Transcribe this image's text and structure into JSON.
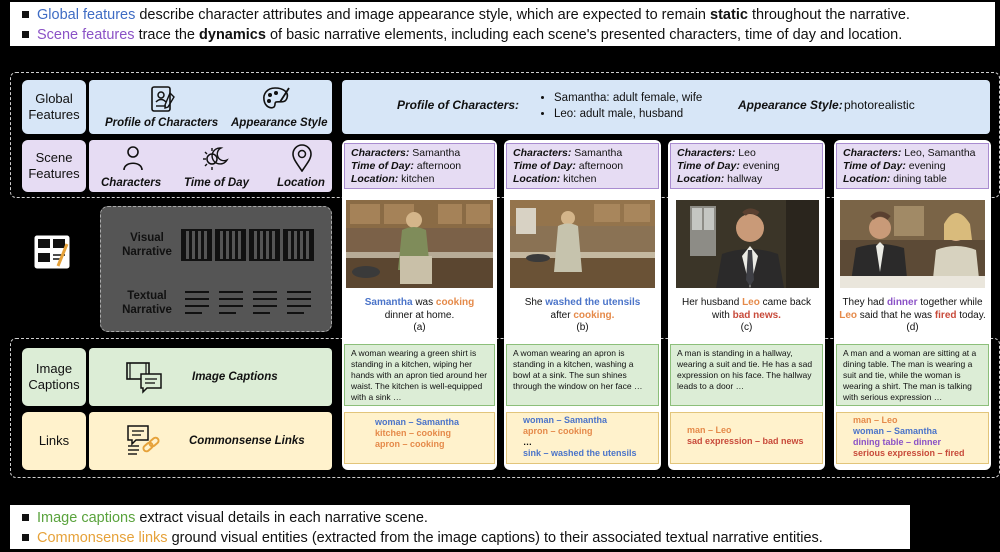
{
  "top_notes": {
    "line1": {
      "term": "Global features",
      "text1": " describe character attributes and image appearance style, which are expected to remain ",
      "bold": "static",
      "text2": " throughout the narrative."
    },
    "line2": {
      "term": "Scene features",
      "text1": " trace the ",
      "bold": "dynamics",
      "text2": " of basic narrative elements, including each scene's presented characters, time of day and location."
    }
  },
  "bottom_notes": {
    "line1": {
      "term": "Image captions",
      "text": " extract visual details in each narrative scene."
    },
    "line2": {
      "term": "Commonsense links",
      "text": " ground visual entities (extracted from the image captions) to their associated textual narrative entities."
    }
  },
  "left_labels": {
    "global": "Global Features",
    "scene": "Scene Features",
    "captions": "Image Captions",
    "links": "Links"
  },
  "icons": {
    "profile": "Profile of Characters",
    "appearance": "Appearance Style",
    "characters": "Characters",
    "time": "Time of Day",
    "location": "Location",
    "image_captions": "Image Captions",
    "commonsense": "Commonsense Links"
  },
  "narrative_box": {
    "visual": "Visual Narrative",
    "textual": "Textual Narrative"
  },
  "global_panel": {
    "profile_label": "Profile of Characters:",
    "profiles": [
      "Samantha: adult female, wife",
      "Leo: adult male, husband"
    ],
    "style_label": "Appearance Style:",
    "style_value": "photorealistic"
  },
  "scenes": [
    {
      "characters": "Samantha",
      "time": "afternoon",
      "location": "kitchen",
      "narrative": {
        "a": "Samantha",
        "b": " was ",
        "c": "cooking",
        "d": " dinner at home."
      },
      "tag": "(a)",
      "caption": "A woman wearing a green shirt is standing in a kitchen, wiping her hands with an apron tied around her waist. The kitchen is well-equipped with a sink …",
      "links": [
        "woman – Samantha",
        "kitchen – cooking",
        "apron – cooking"
      ]
    },
    {
      "characters": "Samantha",
      "time": "afternoon",
      "location": "kitchen",
      "narrative": {
        "a": "She ",
        "b": "washed the utensils",
        "c": " after ",
        "d": "cooking."
      },
      "tag": "(b)",
      "caption": "A woman wearing an apron is standing in a kitchen, washing a bowl at a sink. The sun shines through the window on her face …",
      "links": [
        "woman – Samantha",
        "apron – cooking",
        "…",
        "sink – washed the utensils"
      ]
    },
    {
      "characters": "Leo",
      "time": "evening",
      "location": "hallway",
      "narrative": {
        "a": "Her husband ",
        "b": "Leo",
        "c": " came back with ",
        "d": "bad news."
      },
      "tag": "(c)",
      "caption": "A man is standing in a hallway, wearing a suit and tie. He has a sad expression on his face. The hallway leads to a door …",
      "links": [
        "man – Leo",
        "sad expression  – bad news"
      ]
    },
    {
      "characters": "Leo, Samantha",
      "time": "evening",
      "location": "dining table",
      "narrative": {
        "a": "They had ",
        "b": "dinner",
        "c": " together while ",
        "d": "Leo",
        "e": " said that he was ",
        "f": "fired",
        "g": " today."
      },
      "tag": "(d)",
      "caption": "A man and a woman are sitting at a dining table. The man is wearing a suit and tie, while the woman is wearing a shirt. The man is talking with serious expression …",
      "links": [
        "man – Leo",
        "woman – Samantha",
        "dining table – dinner",
        "serious expression – fired"
      ]
    }
  ],
  "meta_labels": {
    "characters": "Characters:",
    "time": "Time of Day:",
    "location": "Location:"
  }
}
